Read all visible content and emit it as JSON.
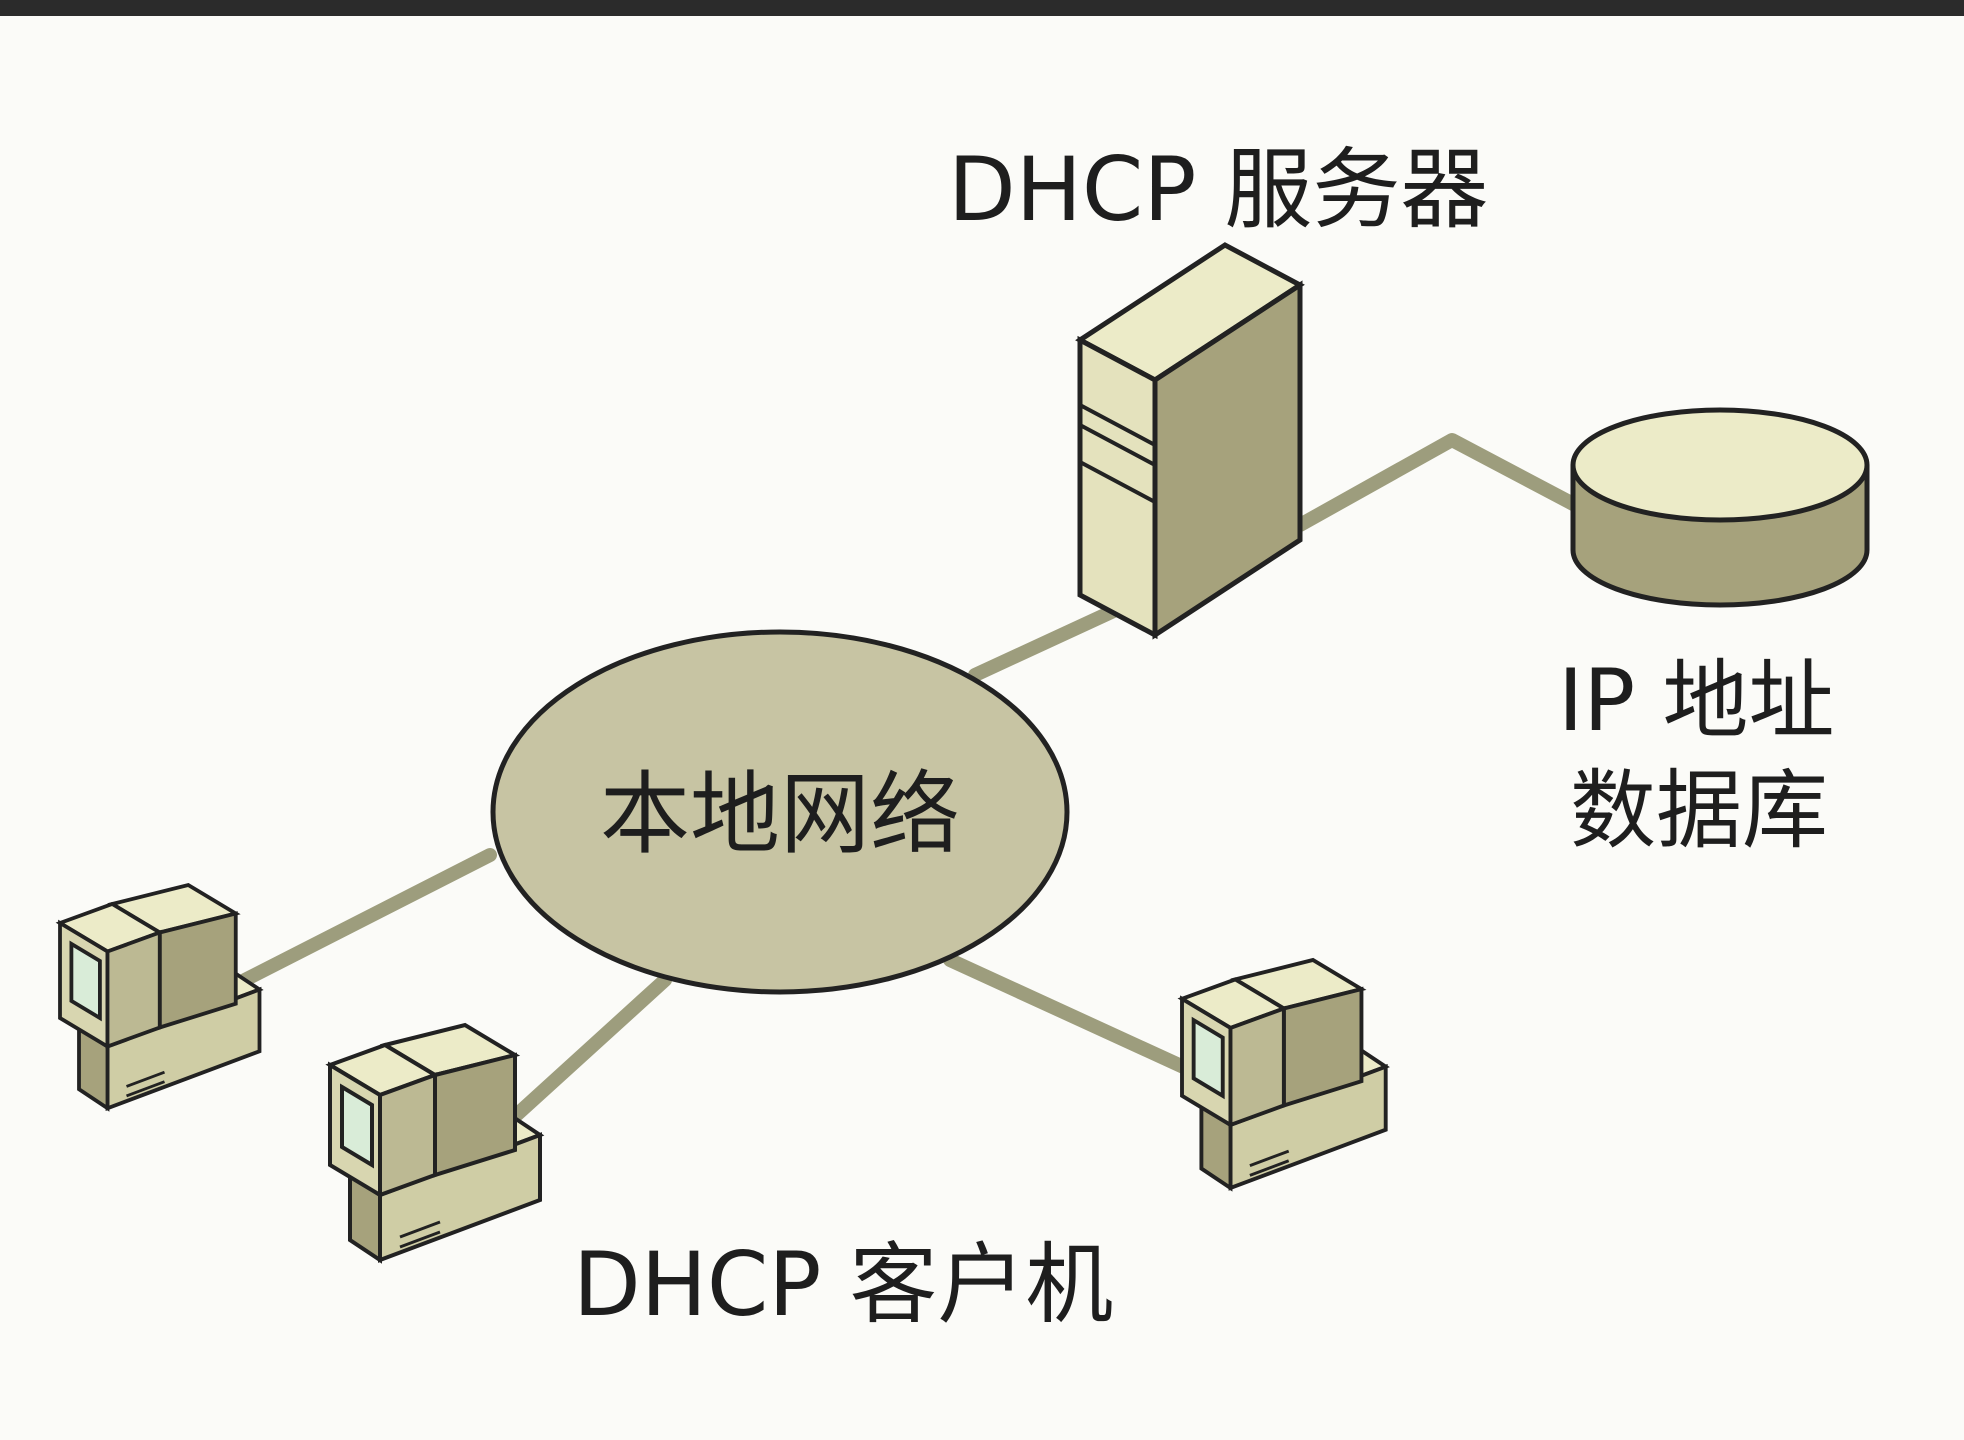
{
  "labels": {
    "server": "DHCP 服务器",
    "network": "本地网络",
    "database_line1": "IP 地址",
    "database_line2": "数据库",
    "clients": "DHCP 客户机"
  },
  "icons": {
    "server": "server-tower-icon",
    "database": "database-cylinder-icon",
    "client": "desktop-computer-icon"
  },
  "colors": {
    "background": "#fbfbf8",
    "link": "#9d9d7d",
    "network_fill": "#c7c4a3",
    "device_light": "#ecebc8",
    "device_mid": "#cfcda5",
    "device_dark": "#a6a27c",
    "screen": "#d9ecd8",
    "outline": "#222222"
  }
}
